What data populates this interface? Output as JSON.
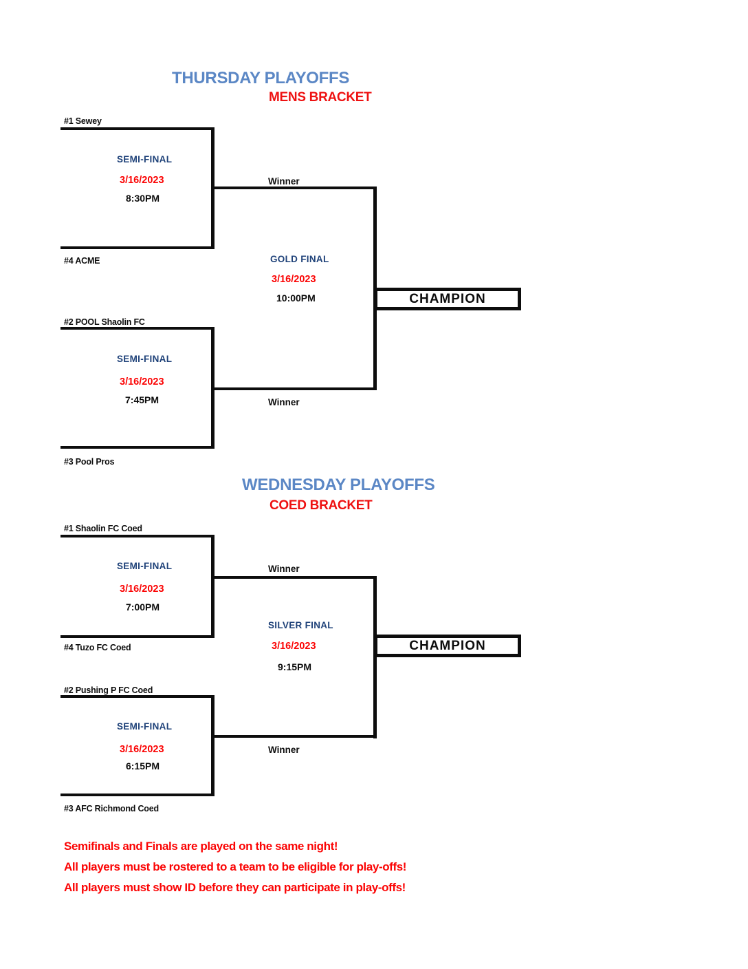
{
  "colors": {
    "title_blue": "#5b87c5",
    "label_navy": "#1f4279",
    "accent_red": "#fb0404",
    "line_black": "#0d0d0d"
  },
  "thursday": {
    "title": "THURSDAY PLAYOFFS",
    "subtitle": "MENS BRACKET",
    "semifinal1": {
      "team_top": "#1 Sewey",
      "label": "SEMI-FINAL",
      "date": "3/16/2023",
      "time": "8:30PM",
      "team_bottom": "#4 ACME",
      "winner": "Winner"
    },
    "semifinal2": {
      "team_top": "#2 POOL Shaolin FC",
      "label": "SEMI-FINAL",
      "date": "3/16/2023",
      "time": "7:45PM",
      "team_bottom": "#3 Pool Pros",
      "winner": "Winner"
    },
    "final": {
      "label": "GOLD FINAL",
      "date": "3/16/2023",
      "time": "10:00PM",
      "champion": "CHAMPION"
    }
  },
  "wednesday": {
    "title": "WEDNESDAY PLAYOFFS",
    "subtitle": "COED BRACKET",
    "semifinal1": {
      "team_top": "#1 Shaolin FC Coed",
      "label": "SEMI-FINAL",
      "date": "3/16/2023",
      "time": "7:00PM",
      "team_bottom": "#4 Tuzo FC Coed",
      "winner": "Winner"
    },
    "semifinal2": {
      "team_top": "#2 Pushing P FC Coed",
      "label": "SEMI-FINAL",
      "date": "3/16/2023",
      "time": "6:15PM",
      "team_bottom": "#3 AFC Richmond Coed",
      "winner": "Winner"
    },
    "final": {
      "label": "SILVER FINAL",
      "date": "3/16/2023",
      "time": "9:15PM",
      "champion": "CHAMPION"
    }
  },
  "footer": {
    "line1": "Semifinals and Finals are played on the same night!",
    "line2": "All players must be rostered to a team to be eligible for play-offs!",
    "line3": "All players must show ID before they can participate in play-offs!"
  }
}
